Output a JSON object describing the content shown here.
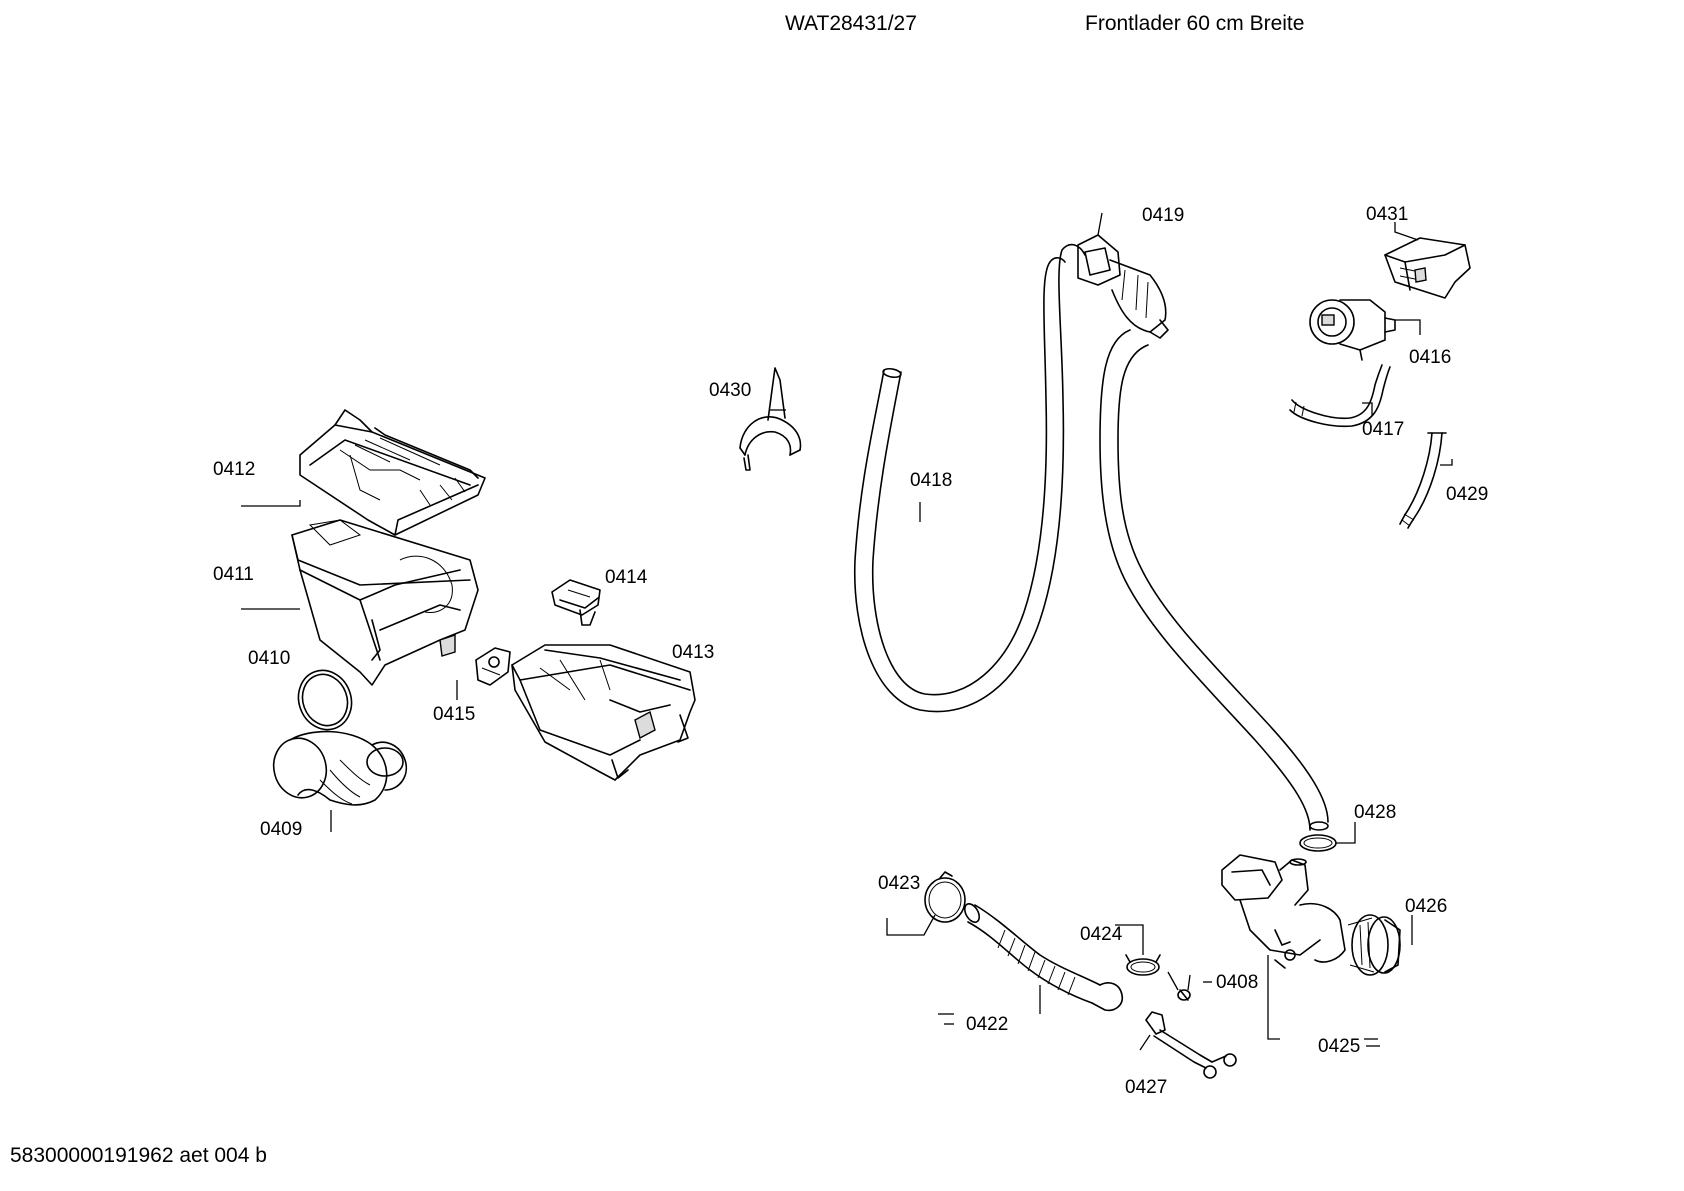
{
  "header": {
    "model": "WAT28431/27",
    "description": "Frontlader 60 cm Breite"
  },
  "footer": {
    "document_code": "58300000191962 aet 004 b"
  },
  "parts": {
    "p0408": "0408",
    "p0409": "0409",
    "p0410": "0410",
    "p0411": "0411",
    "p0412": "0412",
    "p0413": "0413",
    "p0414": "0414",
    "p0415": "0415",
    "p0416": "0416",
    "p0417": "0417",
    "p0418": "0418",
    "p0419": "0419",
    "p0422": "0422",
    "p0423": "0423",
    "p0424": "0424",
    "p0425": "0425",
    "p0426": "0426",
    "p0427": "0427",
    "p0428": "0428",
    "p0429": "0429",
    "p0430": "0430",
    "p0431": "0431"
  }
}
